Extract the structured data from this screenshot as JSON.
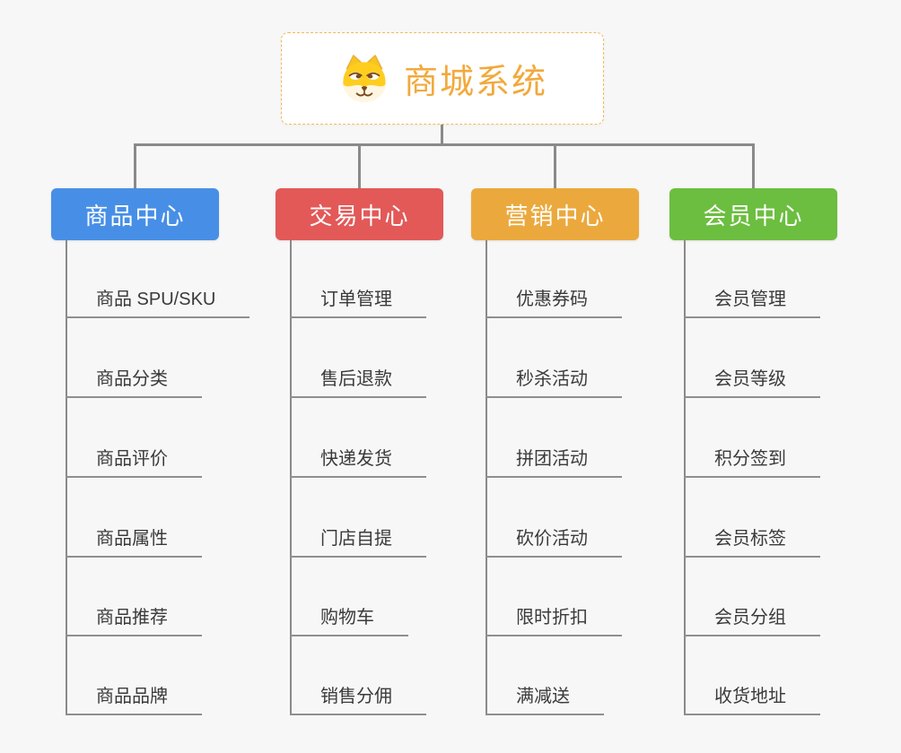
{
  "root": {
    "title": "商城系统",
    "icon": "doge-face-icon"
  },
  "branches": [
    {
      "label": "商品中心",
      "color": "#478fe6",
      "items": [
        "商品 SPU/SKU",
        "商品分类",
        "商品评价",
        "商品属性",
        "商品推荐",
        "商品品牌"
      ]
    },
    {
      "label": "交易中心",
      "color": "#e25958",
      "items": [
        "订单管理",
        "售后退款",
        "快递发货",
        "门店自提",
        "购物车",
        "销售分佣"
      ]
    },
    {
      "label": "营销中心",
      "color": "#eba93d",
      "items": [
        "优惠券码",
        "秒杀活动",
        "拼团活动",
        "砍价活动",
        "限时折扣",
        "满减送"
      ]
    },
    {
      "label": "会员中心",
      "color": "#6cbe40",
      "items": [
        "会员管理",
        "会员等级",
        "积分签到",
        "会员标签",
        "会员分组",
        "收货地址"
      ]
    }
  ],
  "theme": {
    "connector_color": "#8a8a8a",
    "underline_color": "#8f8f8f",
    "leaf_text_color": "#3a3a3a",
    "root_accent": "#f2a93c",
    "root_border": "#f3b85c",
    "background": "#f7f7f7",
    "node_text_color": "#ffffff"
  }
}
